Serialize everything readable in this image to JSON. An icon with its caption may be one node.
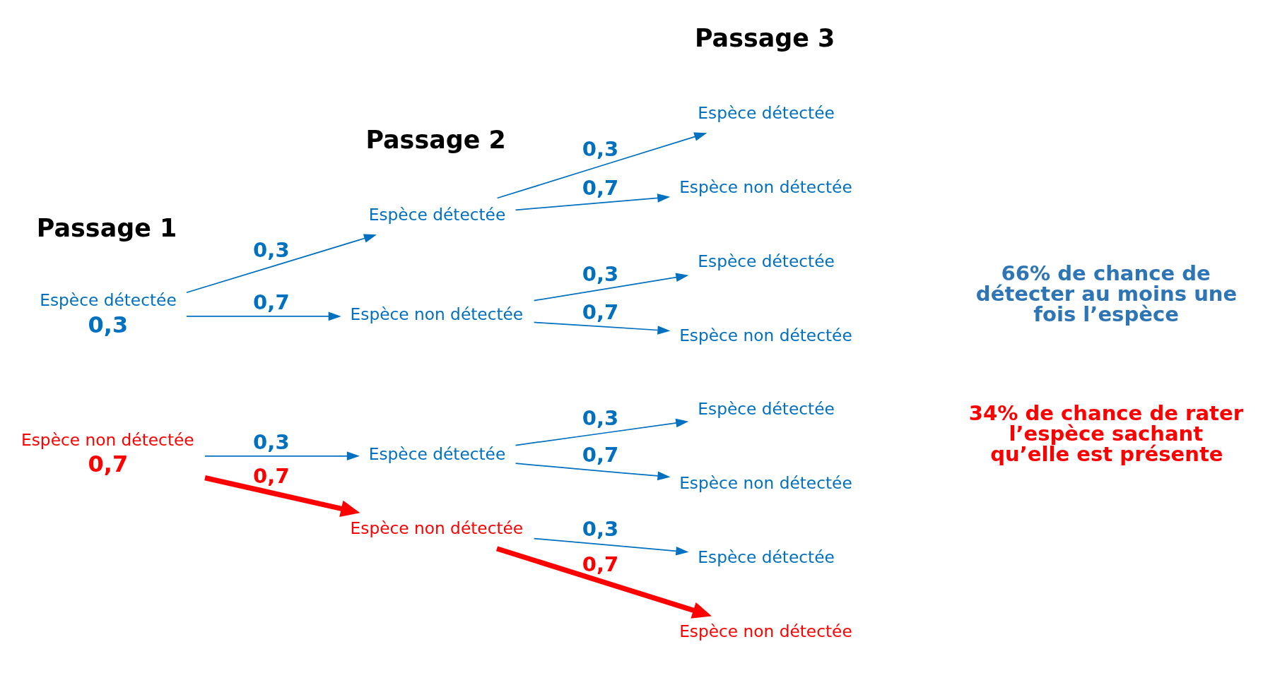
{
  "diagram": {
    "nodes": [
      {
        "text": [
          "Espèce détectée"
        ],
        "beside": [
          "0,3"
        ]
      },
      {
        "text": [
          "Espèce non détectée"
        ],
        "beside": [
          "0,7"
        ]
      },
      {
        "text": [
          "Espèce détectée"
        ]
      },
      {
        "text": [
          "Espèce non détectée"
        ]
      },
      {
        "text": [
          "Espèce détectée"
        ]
      },
      {
        "text": [
          "Espèce non détectée"
        ]
      },
      {
        "text": [
          "Espèce détectée"
        ]
      },
      {
        "text": [
          "Espèce non détectée"
        ]
      },
      {
        "text": [
          "Espèce détectée"
        ]
      },
      {
        "text": [
          "Espèce non détectée"
        ]
      },
      {
        "text": [
          "Espèce détectée"
        ]
      },
      {
        "text": [
          "Espèce non détectée"
        ]
      },
      {
        "text": [
          "Espèce détectée"
        ]
      },
      {
        "text": [
          "Espèce non détectée"
        ]
      }
    ],
    "edges": [
      {
        "from": 0,
        "to": 2,
        "arrow": "to",
        "label": "0,3"
      },
      {
        "from": 0,
        "to": 3,
        "arrow": "to",
        "label": "0,7"
      },
      {
        "from": 1,
        "to": 4,
        "arrow": "to",
        "label": "0,3"
      },
      {
        "from": 1,
        "to": 5,
        "arrow": "to",
        "label": "0,7",
        "style": "thick",
        "color": "#ff0000"
      },
      {
        "from": 2,
        "to": 6,
        "arrow": "to",
        "label": "0,3"
      },
      {
        "from": 2,
        "to": 7,
        "arrow": "to",
        "label": "0,7"
      },
      {
        "from": 3,
        "to": 8,
        "arrow": "to",
        "label": "0,3"
      },
      {
        "from": 3,
        "to": 9,
        "arrow": "to",
        "label": "0,7"
      },
      {
        "from": 4,
        "to": 10,
        "arrow": "to",
        "label": "0,3"
      },
      {
        "from": 4,
        "to": 11,
        "arrow": "to",
        "label": "0,7"
      },
      {
        "from": 5,
        "to": 12,
        "arrow": "to",
        "label": "0,3"
      },
      {
        "from": 5,
        "to": 13,
        "arrow": "to",
        "label": "0,7",
        "style": "thick",
        "color": "#ff0000"
      }
    ],
    "labels": [
      "Passage 1",
      "Passage 2",
      "Passage 3",
      "66% de chance de détecter au moins une fois l’espèce",
      "34% de chance de rater l’espèce sachant qu’elle est présente"
    ]
  }
}
